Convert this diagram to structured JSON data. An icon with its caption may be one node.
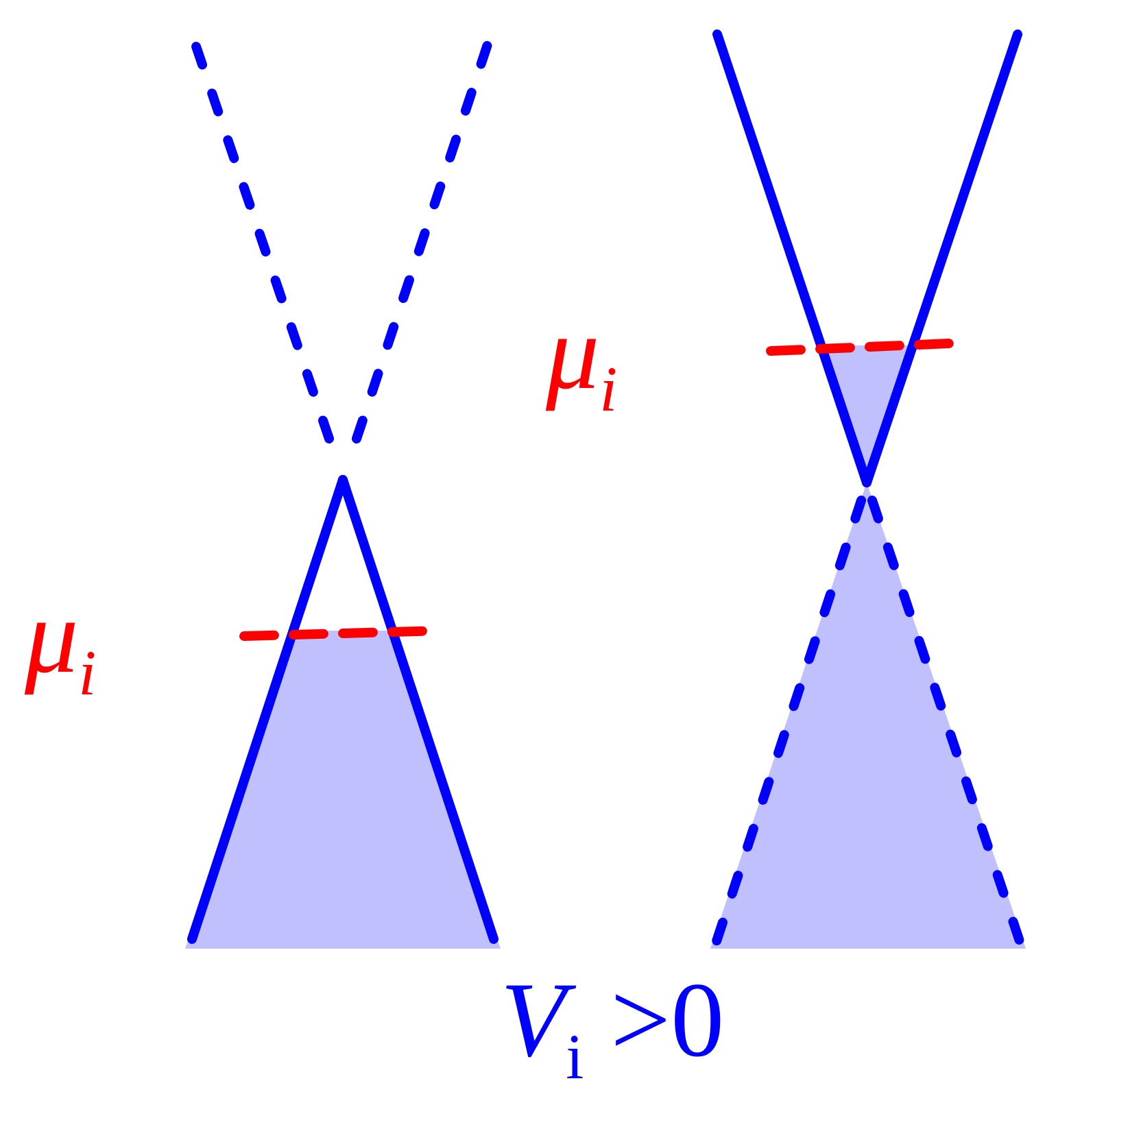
{
  "diagram": {
    "labels": [
      "μ$_{i}$",
      "μ$_{i}$",
      "*V*$_{i}$ >0"
    ]
  }
}
